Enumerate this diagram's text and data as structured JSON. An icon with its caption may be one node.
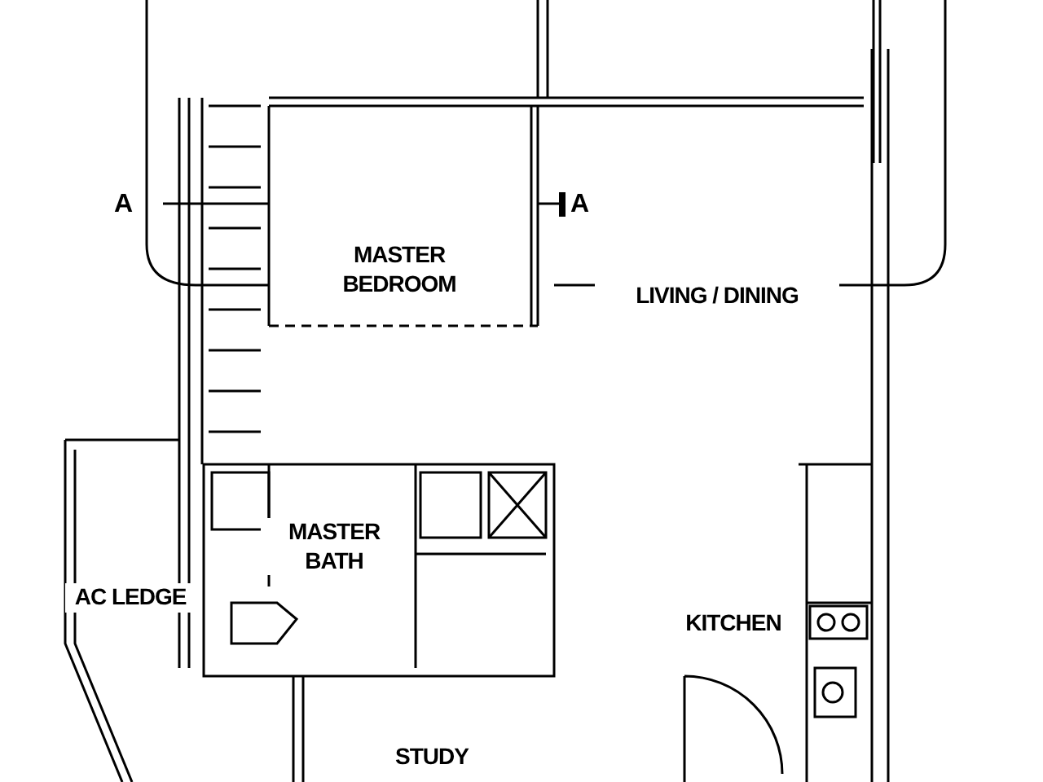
{
  "diagram": {
    "nodes": [
      {
        "text": [
          "MASTER BEDROOM"
        ]
      },
      {
        "text": [
          "LIVING / DINING"
        ]
      },
      {
        "text": [
          "MASTER BATH"
        ]
      },
      {
        "text": [
          "AC LEDGE"
        ]
      },
      {
        "text": [
          "KITCHEN"
        ]
      },
      {
        "text": [
          "STUDY"
        ]
      }
    ],
    "labels": [
      "A",
      "A"
    ]
  }
}
